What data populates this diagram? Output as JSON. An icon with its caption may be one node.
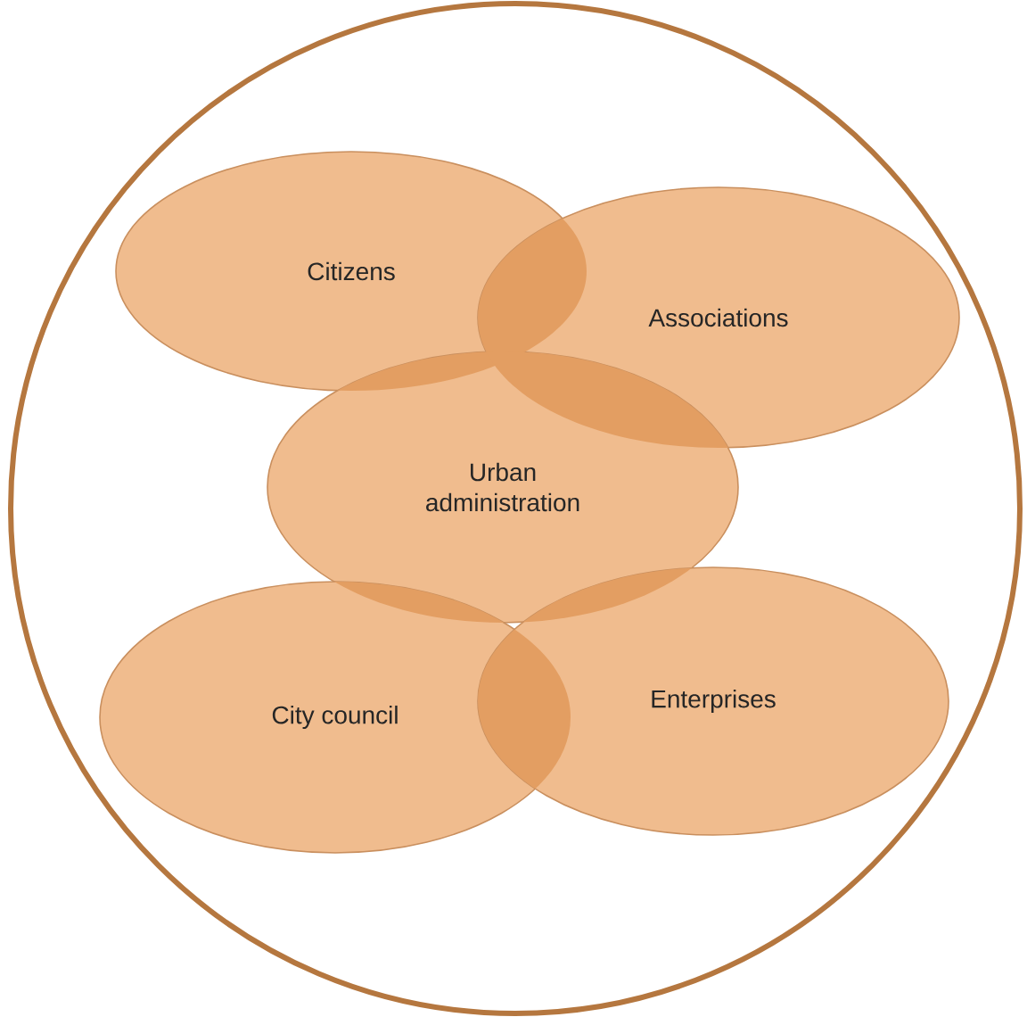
{
  "diagram": {
    "nodes": [
      {
        "text": [],
        "shape": "circle"
      },
      {
        "text": [
          "Citizens"
        ],
        "in": 0
      },
      {
        "text": [
          "Associations"
        ],
        "in": 0
      },
      {
        "text": [
          "Urban administration"
        ],
        "in": 0
      },
      {
        "text": [
          "City council"
        ],
        "in": 0
      },
      {
        "text": [
          "Enterprises"
        ],
        "in": 0
      }
    ]
  }
}
